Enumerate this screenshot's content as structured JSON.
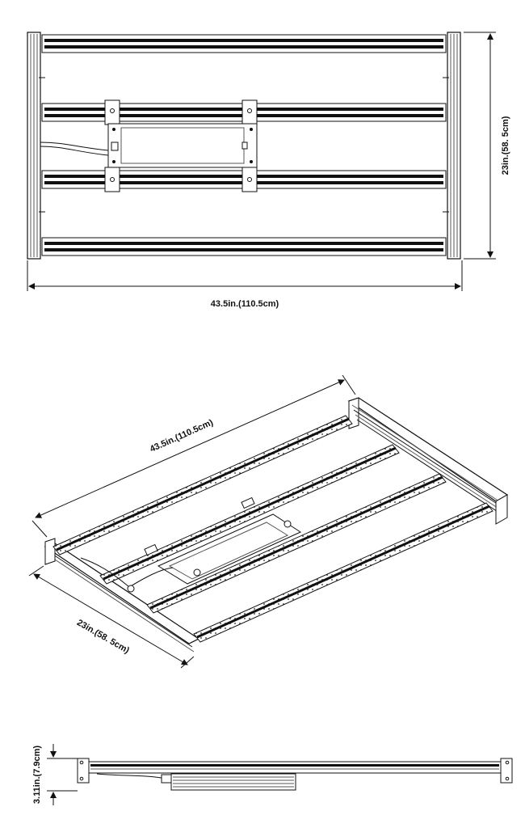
{
  "top_view": {
    "width_label": "43.5in.(110.5cm)",
    "height_label": "23in.(58. 5cm)"
  },
  "iso_view": {
    "length_label": "43.5in.(110.5cm)",
    "width_label": "23in.(58. 5cm)"
  },
  "side_view": {
    "height_label": "3.11in.(7.9cm)"
  },
  "colors": {
    "line": "#111111",
    "bar": "#111111",
    "frame": "#555555",
    "driver": "#d9d9d9"
  }
}
